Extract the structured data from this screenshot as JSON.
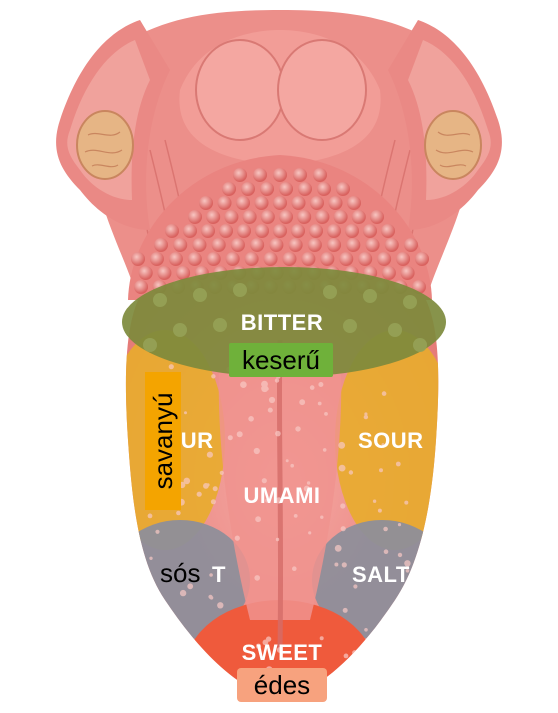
{
  "diagram": {
    "zones": {
      "bitter": "BITTER",
      "sour_left": "SOUR",
      "sour_right": "SOUR",
      "umami": "UMAMI",
      "salt_right": "SALT",
      "sweet": "SWEET"
    },
    "hungarian_labels": {
      "bitter": "keserű",
      "sour": "savanyú",
      "salt": "sós",
      "sweet": "édes"
    },
    "colors": {
      "tongue": "#ee8a86",
      "bitter_zone": "#7d8a3c",
      "sour_zone": "#e8ac2c",
      "salt_zone": "#8e8e9a",
      "sweet_zone": "#ef5a3c",
      "hu_bitter_bg": "#6fb13a",
      "hu_sour_bg": "#f4a400",
      "hu_sweet_bg": "#f7a27e"
    }
  }
}
